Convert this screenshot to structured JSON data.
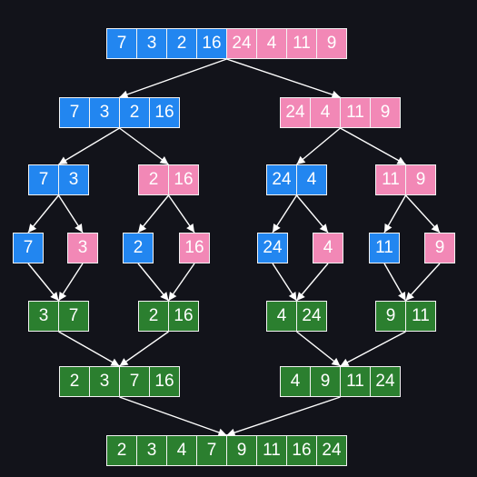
{
  "colors": {
    "background": "#12131a",
    "left_half": "#2286f0",
    "right_half": "#f288b6",
    "merged": "#2b7f2f",
    "arrow": "#ffffff"
  },
  "rows": [
    {
      "id": "root",
      "values": [
        "7",
        "3",
        "2",
        "16",
        "24",
        "4",
        "11",
        "9"
      ],
      "colors": [
        "blue",
        "blue",
        "blue",
        "blue",
        "pink",
        "pink",
        "pink",
        "pink"
      ]
    },
    {
      "id": "split-1-left",
      "values": [
        "7",
        "3",
        "2",
        "16"
      ],
      "colors": [
        "blue",
        "blue",
        "blue",
        "blue"
      ]
    },
    {
      "id": "split-1-right",
      "values": [
        "24",
        "4",
        "11",
        "9"
      ],
      "colors": [
        "pink",
        "pink",
        "pink",
        "pink"
      ]
    },
    {
      "id": "split-2-a",
      "values": [
        "7",
        "3"
      ],
      "colors": [
        "blue",
        "blue"
      ]
    },
    {
      "id": "split-2-b",
      "values": [
        "2",
        "16"
      ],
      "colors": [
        "pink",
        "pink"
      ]
    },
    {
      "id": "split-2-c",
      "values": [
        "24",
        "4"
      ],
      "colors": [
        "blue",
        "blue"
      ]
    },
    {
      "id": "split-2-d",
      "values": [
        "11",
        "9"
      ],
      "colors": [
        "pink",
        "pink"
      ]
    },
    {
      "id": "leaf-1",
      "values": [
        "7"
      ],
      "colors": [
        "blue"
      ]
    },
    {
      "id": "leaf-2",
      "values": [
        "3"
      ],
      "colors": [
        "pink"
      ]
    },
    {
      "id": "leaf-3",
      "values": [
        "2"
      ],
      "colors": [
        "blue"
      ]
    },
    {
      "id": "leaf-4",
      "values": [
        "16"
      ],
      "colors": [
        "pink"
      ]
    },
    {
      "id": "leaf-5",
      "values": [
        "24"
      ],
      "colors": [
        "blue"
      ]
    },
    {
      "id": "leaf-6",
      "values": [
        "4"
      ],
      "colors": [
        "pink"
      ]
    },
    {
      "id": "leaf-7",
      "values": [
        "11"
      ],
      "colors": [
        "blue"
      ]
    },
    {
      "id": "leaf-8",
      "values": [
        "9"
      ],
      "colors": [
        "pink"
      ]
    },
    {
      "id": "merge-1-a",
      "values": [
        "3",
        "7"
      ],
      "colors": [
        "green",
        "green"
      ]
    },
    {
      "id": "merge-1-b",
      "values": [
        "2",
        "16"
      ],
      "colors": [
        "green",
        "green"
      ]
    },
    {
      "id": "merge-1-c",
      "values": [
        "4",
        "24"
      ],
      "colors": [
        "green",
        "green"
      ]
    },
    {
      "id": "merge-1-d",
      "values": [
        "9",
        "11"
      ],
      "colors": [
        "green",
        "green"
      ]
    },
    {
      "id": "merge-2-left",
      "values": [
        "2",
        "3",
        "7",
        "16"
      ],
      "colors": [
        "green",
        "green",
        "green",
        "green"
      ]
    },
    {
      "id": "merge-2-right",
      "values": [
        "4",
        "9",
        "11",
        "24"
      ],
      "colors": [
        "green",
        "green",
        "green",
        "green"
      ]
    },
    {
      "id": "sorted",
      "values": [
        "2",
        "3",
        "4",
        "7",
        "9",
        "11",
        "16",
        "24"
      ],
      "colors": [
        "green",
        "green",
        "green",
        "green",
        "green",
        "green",
        "green",
        "green"
      ]
    }
  ],
  "edges": [
    [
      "root",
      "split-1-left"
    ],
    [
      "root",
      "split-1-right"
    ],
    [
      "split-1-left",
      "split-2-a"
    ],
    [
      "split-1-left",
      "split-2-b"
    ],
    [
      "split-1-right",
      "split-2-c"
    ],
    [
      "split-1-right",
      "split-2-d"
    ],
    [
      "split-2-a",
      "leaf-1"
    ],
    [
      "split-2-a",
      "leaf-2"
    ],
    [
      "split-2-b",
      "leaf-3"
    ],
    [
      "split-2-b",
      "leaf-4"
    ],
    [
      "split-2-c",
      "leaf-5"
    ],
    [
      "split-2-c",
      "leaf-6"
    ],
    [
      "split-2-d",
      "leaf-7"
    ],
    [
      "split-2-d",
      "leaf-8"
    ],
    [
      "leaf-1",
      "merge-1-a"
    ],
    [
      "leaf-2",
      "merge-1-a"
    ],
    [
      "leaf-3",
      "merge-1-b"
    ],
    [
      "leaf-4",
      "merge-1-b"
    ],
    [
      "leaf-5",
      "merge-1-c"
    ],
    [
      "leaf-6",
      "merge-1-c"
    ],
    [
      "leaf-7",
      "merge-1-d"
    ],
    [
      "leaf-8",
      "merge-1-d"
    ],
    [
      "merge-1-a",
      "merge-2-left"
    ],
    [
      "merge-1-b",
      "merge-2-left"
    ],
    [
      "merge-1-c",
      "merge-2-right"
    ],
    [
      "merge-1-d",
      "merge-2-right"
    ],
    [
      "merge-2-left",
      "sorted"
    ],
    [
      "merge-2-right",
      "sorted"
    ]
  ]
}
